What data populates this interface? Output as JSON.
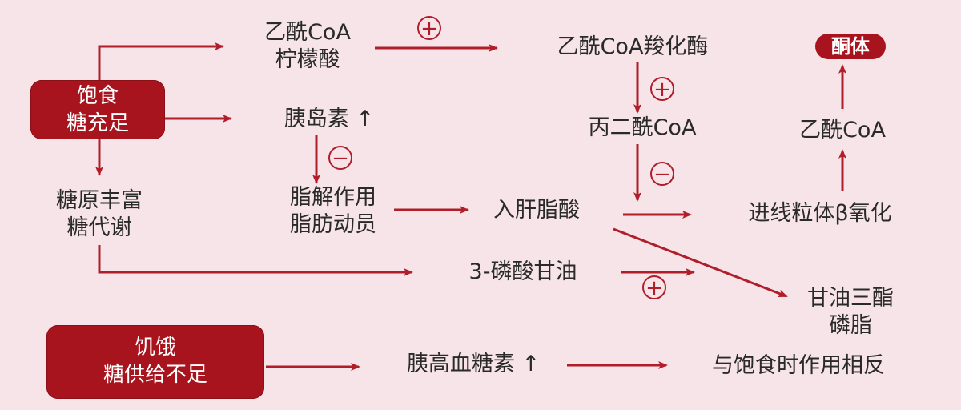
{
  "colors": {
    "background": "#f6e4e8",
    "accent": "#a8141e",
    "arrow": "#b01e2a",
    "text": "#2a2a2a"
  },
  "nodes": {
    "fed_state": [
      "饱食",
      "糖充足"
    ],
    "acetyl_coa_citrate": [
      "乙酰CoA",
      "柠檬酸"
    ],
    "acetyl_coa_carboxylase": "乙酰CoA羧化酶",
    "ketone_bodies": "酮体",
    "insulin": "胰岛素 ↑",
    "malonyl_coa": "丙二酰CoA",
    "acetyl_coa": "乙酰CoA",
    "glycogen_metabolism": [
      "糖原丰富",
      "糖代谢"
    ],
    "lipolysis": [
      "脂解作用",
      "脂肪动员"
    ],
    "fatty_acid_entry": "入肝脂酸",
    "beta_oxidation": "进线粒体β氧化",
    "glycerol_3_phosphate": "3-磷酸甘油",
    "triglyceride_phospholipid": [
      "甘油三酯",
      "磷脂"
    ],
    "fasting_state": [
      "饥饿",
      "糖供给不足"
    ],
    "glucagon": "胰高血糖素 ↑",
    "opposite_effect": "与饱食时作用相反"
  },
  "signs": {
    "plus": "+",
    "minus": "−"
  }
}
